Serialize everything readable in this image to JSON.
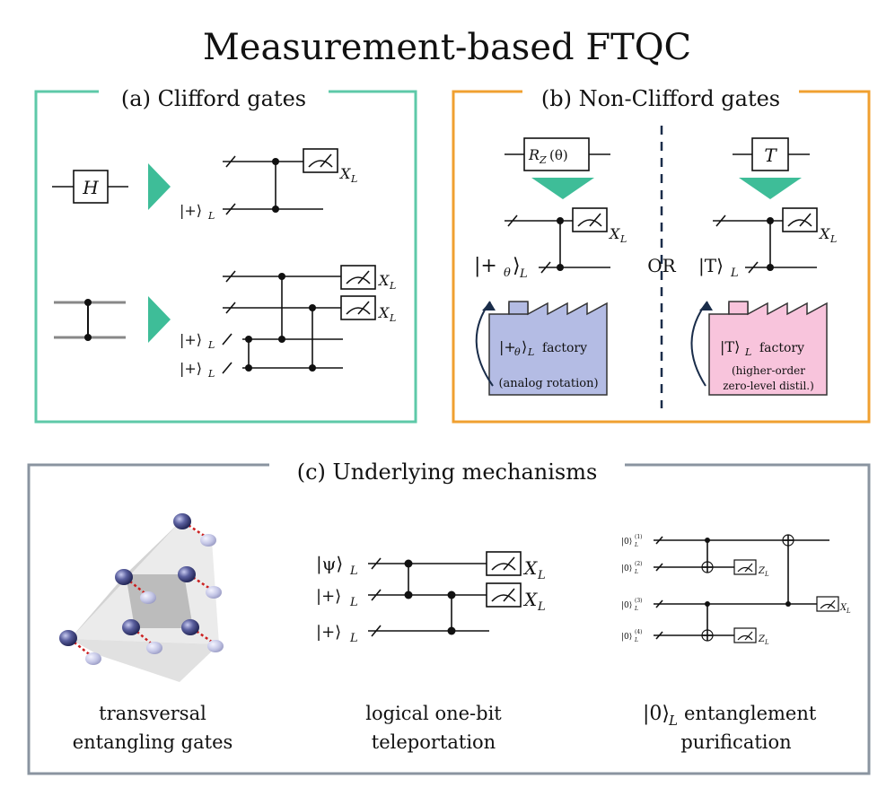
{
  "title": "Measurement-based FTQC",
  "panel_a": {
    "title": "(a) Clifford gates",
    "gate_h": "H",
    "plus_state": "|+⟩",
    "sub_L": "L",
    "meas_label": "X",
    "border_color": "#5ec9a8"
  },
  "panel_b": {
    "title": "(b) Non-Clifford gates",
    "gate_rz": "R",
    "gate_rz_sub": "Z",
    "gate_rz_arg": "(θ)",
    "gate_t": "T",
    "or_label": "OR",
    "state_plus_theta": "|+",
    "theta_sub": "θ",
    "state_t": "|T⟩",
    "meas_label": "X",
    "sub_L": "L",
    "factory_left_line1": "factory",
    "factory_left_line2": "(analog rotation)",
    "factory_right_line1": "factory",
    "factory_right_line2": "(higher-order",
    "factory_right_line3": "zero-level distil.)",
    "border_color": "#f0a030",
    "factory_left_color": "#b4bce4",
    "factory_right_color": "#f8c4dc"
  },
  "panel_c": {
    "title": "(c) Underlying mechanisms",
    "border_color": "#8a94a0",
    "tele_psi": "|ψ⟩",
    "tele_plus": "|+⟩",
    "sub_L": "L",
    "meas_x": "X",
    "meas_z": "Z",
    "zero_state": "|0⟩",
    "sup_1": "(1)",
    "sup_2": "(2)",
    "sup_3": "(3)",
    "sup_4": "(4)",
    "caption_1_line1": "transversal",
    "caption_1_line2": "entangling gates",
    "caption_2_line1": "logical one-bit",
    "caption_2_line2": "teleportation",
    "caption_3_line1": "entanglement",
    "caption_3_line2": "purification"
  }
}
